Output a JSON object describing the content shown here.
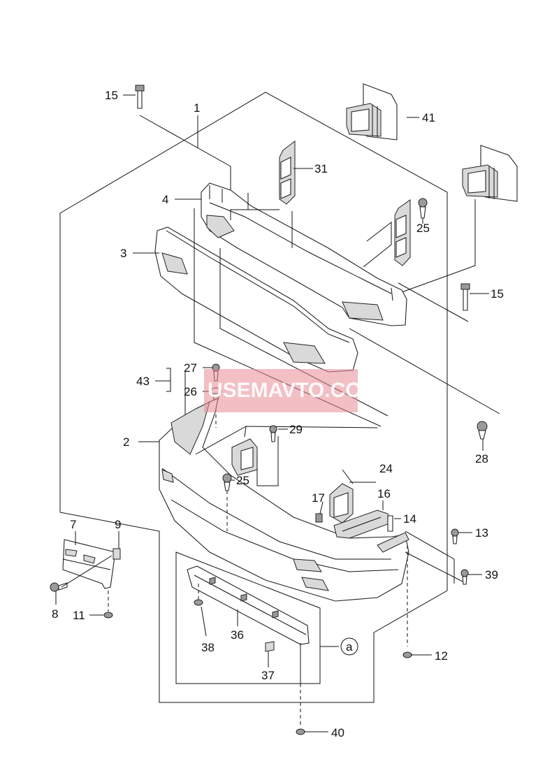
{
  "watermark": "USEMAVTO.COM",
  "callouts": {
    "p1": "1",
    "p2": "2",
    "p3": "3",
    "p4": "4",
    "p7": "7",
    "p8": "8",
    "p9": "9",
    "p11": "11",
    "p12": "12",
    "p13": "13",
    "p14": "14",
    "p15a": "15",
    "p15b": "15",
    "p16": "16",
    "p17": "17",
    "p24": "24",
    "p25a": "25",
    "p25b": "25",
    "p26": "26",
    "p27": "27",
    "p28": "28",
    "p29": "29",
    "p31": "31",
    "p36": "36",
    "p37": "37",
    "p38": "38",
    "p39": "39",
    "p40": "40",
    "p41": "41",
    "p43": "43",
    "detail_a": "a"
  }
}
